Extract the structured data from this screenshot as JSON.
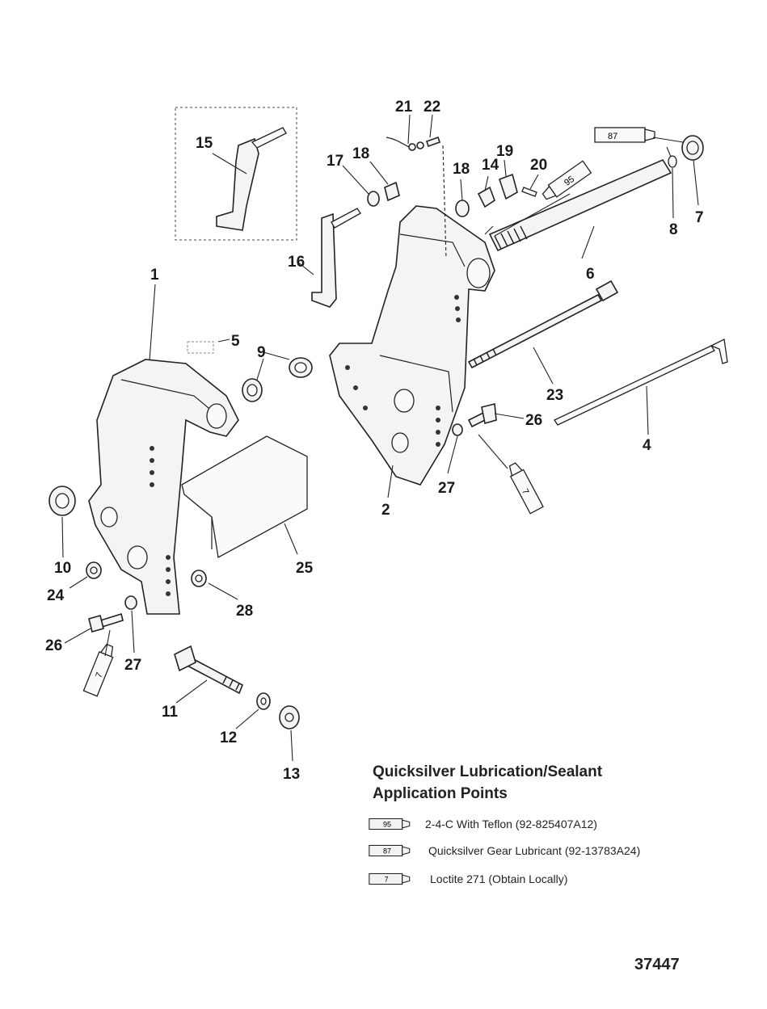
{
  "callouts": [
    "1",
    "2",
    "4",
    "5",
    "6",
    "7",
    "8",
    "9",
    "10",
    "11",
    "12",
    "13",
    "14",
    "15",
    "16",
    "17",
    "18",
    "18",
    "19",
    "20",
    "21",
    "22",
    "23",
    "24",
    "25",
    "26",
    "26",
    "27",
    "27",
    "28"
  ],
  "tube_labels": {
    "a": "87",
    "b": "95",
    "c": "7",
    "d": "7"
  },
  "legend": {
    "title_line1": "Quicksilver Lubrication/Sealant",
    "title_line2": "Application Points",
    "items": [
      {
        "code": "95",
        "text": "2-4-C With Teflon (92-825407A12)"
      },
      {
        "code": "87",
        "text": "Quicksilver Gear Lubricant (92-13783A24)"
      },
      {
        "code": "7",
        "text": "Loctite 271 (Obtain Locally)"
      }
    ]
  },
  "figure_number": "37447"
}
